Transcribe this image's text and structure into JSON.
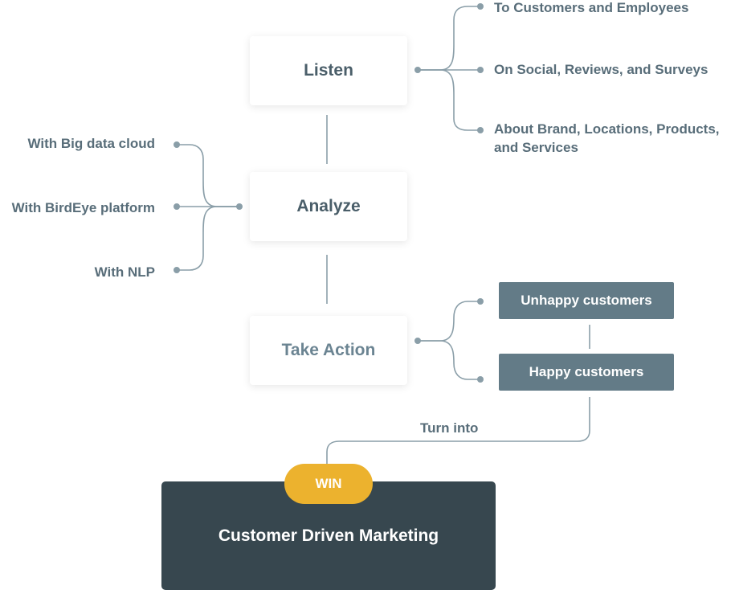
{
  "steps": {
    "listen": "Listen",
    "analyze": "Analyze",
    "take_action": "Take Action"
  },
  "listen_branches": [
    "To Customers and Employees",
    "On Social, Reviews, and Surveys",
    "About Brand, Locations, Products,",
    "and Services"
  ],
  "analyze_branches": [
    "With Big data cloud",
    "With BirdEye platform",
    "With NLP"
  ],
  "action_outcomes": {
    "unhappy": "Unhappy customers",
    "happy": "Happy customers"
  },
  "turn_into": "Turn into",
  "win_badge": "WIN",
  "result": "Customer Driven Marketing",
  "colors": {
    "line": "#8a9ea8",
    "text": "#586d79",
    "pill": "#637b87",
    "dark": "#37474f",
    "win": "#ecb22e"
  }
}
